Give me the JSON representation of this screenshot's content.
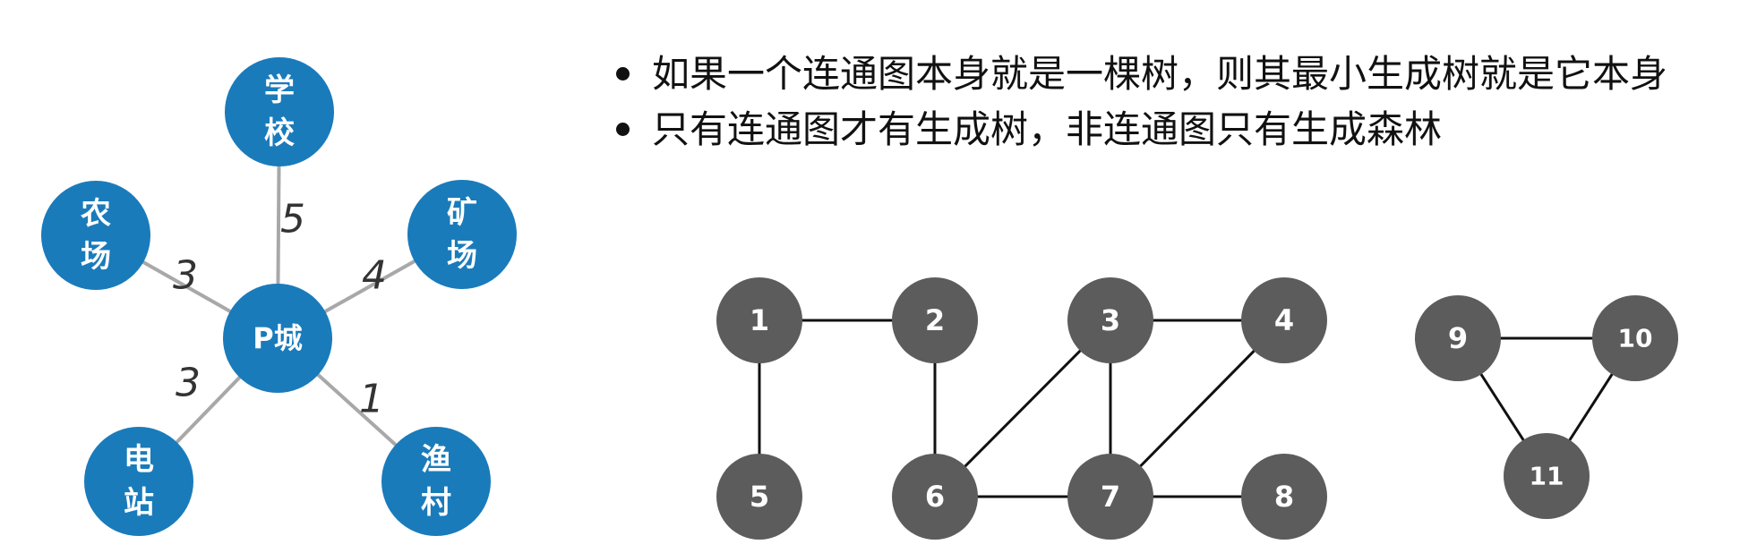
{
  "bullets": [
    "如果一个连通图本身就是一棵树，则其最小生成树就是它本身",
    "只有连通图才有生成树，非连通图只有生成森林"
  ],
  "colors": {
    "tree_node": "#1a7bbb",
    "tree_edge": "#a8a8a8",
    "graph_node": "#5c5c5c",
    "graph_edge": "#111111"
  },
  "tree": {
    "center": {
      "id": "p",
      "label": "P城"
    },
    "leaves": [
      {
        "id": "school",
        "label_lines": [
          "学",
          "校"
        ],
        "weight": "5"
      },
      {
        "id": "farm",
        "label_lines": [
          "农",
          "场"
        ],
        "weight": "3"
      },
      {
        "id": "mine",
        "label_lines": [
          "矿",
          "场"
        ],
        "weight": "4"
      },
      {
        "id": "power",
        "label_lines": [
          "电",
          "站"
        ],
        "weight": "3"
      },
      {
        "id": "fishing",
        "label_lines": [
          "渔",
          "村"
        ],
        "weight": "1"
      }
    ]
  },
  "graph": {
    "nodes": [
      "1",
      "2",
      "3",
      "4",
      "5",
      "6",
      "7",
      "8",
      "9",
      "10",
      "11"
    ],
    "edges": [
      [
        "1",
        "2"
      ],
      [
        "1",
        "5"
      ],
      [
        "2",
        "6"
      ],
      [
        "3",
        "4"
      ],
      [
        "3",
        "6"
      ],
      [
        "3",
        "7"
      ],
      [
        "4",
        "7"
      ],
      [
        "6",
        "7"
      ],
      [
        "7",
        "8"
      ],
      [
        "9",
        "10"
      ],
      [
        "9",
        "11"
      ],
      [
        "10",
        "11"
      ]
    ]
  }
}
